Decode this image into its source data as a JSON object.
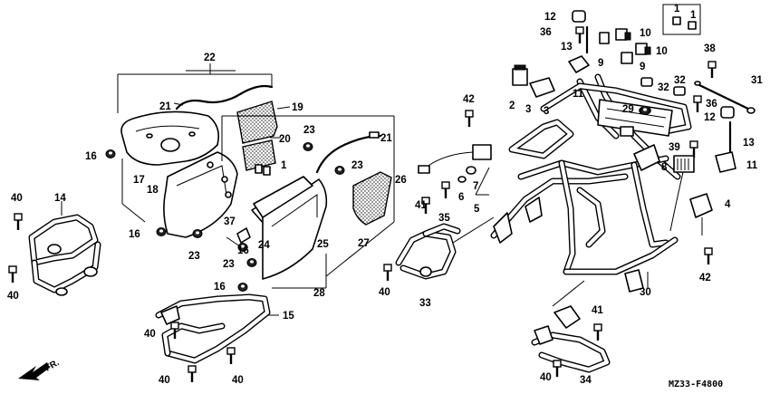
{
  "diagram": {
    "code": "MZ33-F4800",
    "direction": "FR.",
    "labels": [
      {
        "id": "p22",
        "text": "22"
      },
      {
        "id": "p21a",
        "text": "21"
      },
      {
        "id": "p19",
        "text": "19"
      },
      {
        "id": "p16a",
        "text": "16"
      },
      {
        "id": "p17",
        "text": "17"
      },
      {
        "id": "p20",
        "text": "20"
      },
      {
        "id": "p23a",
        "text": "23"
      },
      {
        "id": "p21b",
        "text": "21"
      },
      {
        "id": "p1a",
        "text": "1"
      },
      {
        "id": "p18",
        "text": "18"
      },
      {
        "id": "p16b",
        "text": "16"
      },
      {
        "id": "p23b",
        "text": "23"
      },
      {
        "id": "p37",
        "text": "37"
      },
      {
        "id": "p16c",
        "text": "16"
      },
      {
        "id": "p24",
        "text": "24"
      },
      {
        "id": "p23c",
        "text": "23"
      },
      {
        "id": "p26",
        "text": "26"
      },
      {
        "id": "p27",
        "text": "27"
      },
      {
        "id": "p25",
        "text": "25"
      },
      {
        "id": "p23d",
        "text": "23"
      },
      {
        "id": "p16d",
        "text": "16"
      },
      {
        "id": "p28",
        "text": "28"
      },
      {
        "id": "p15",
        "text": "15"
      },
      {
        "id": "p14",
        "text": "14"
      },
      {
        "id": "p40a",
        "text": "40"
      },
      {
        "id": "p40b",
        "text": "40"
      },
      {
        "id": "p40c",
        "text": "40"
      },
      {
        "id": "p40d",
        "text": "40"
      },
      {
        "id": "p40e",
        "text": "40"
      },
      {
        "id": "p42a",
        "text": "42"
      },
      {
        "id": "p2",
        "text": "2"
      },
      {
        "id": "p3",
        "text": "3"
      },
      {
        "id": "p12a",
        "text": "12"
      },
      {
        "id": "p36a",
        "text": "36"
      },
      {
        "id": "p13a",
        "text": "13"
      },
      {
        "id": "p10a",
        "text": "10"
      },
      {
        "id": "p10b",
        "text": "10"
      },
      {
        "id": "p9a",
        "text": "9"
      },
      {
        "id": "p9b",
        "text": "9"
      },
      {
        "id": "p11a",
        "text": "11"
      },
      {
        "id": "p1b",
        "text": "1"
      },
      {
        "id": "p1c",
        "text": "1"
      },
      {
        "id": "p38",
        "text": "38"
      },
      {
        "id": "p31",
        "text": "31"
      },
      {
        "id": "p32a",
        "text": "32"
      },
      {
        "id": "p32b",
        "text": "32"
      },
      {
        "id": "p36b",
        "text": "36"
      },
      {
        "id": "p12b",
        "text": "12"
      },
      {
        "id": "p29",
        "text": "29"
      },
      {
        "id": "p13b",
        "text": "13"
      },
      {
        "id": "p39",
        "text": "39"
      },
      {
        "id": "p8",
        "text": "8"
      },
      {
        "id": "p11b",
        "text": "11"
      },
      {
        "id": "p4",
        "text": "4"
      },
      {
        "id": "p42b",
        "text": "42"
      },
      {
        "id": "p7",
        "text": "7"
      },
      {
        "id": "p6",
        "text": "6"
      },
      {
        "id": "p5",
        "text": "5"
      },
      {
        "id": "p35",
        "text": "35"
      },
      {
        "id": "p41a",
        "text": "41"
      },
      {
        "id": "p33",
        "text": "33"
      },
      {
        "id": "p30",
        "text": "30"
      },
      {
        "id": "p41b",
        "text": "41"
      },
      {
        "id": "p34",
        "text": "34"
      }
    ]
  }
}
